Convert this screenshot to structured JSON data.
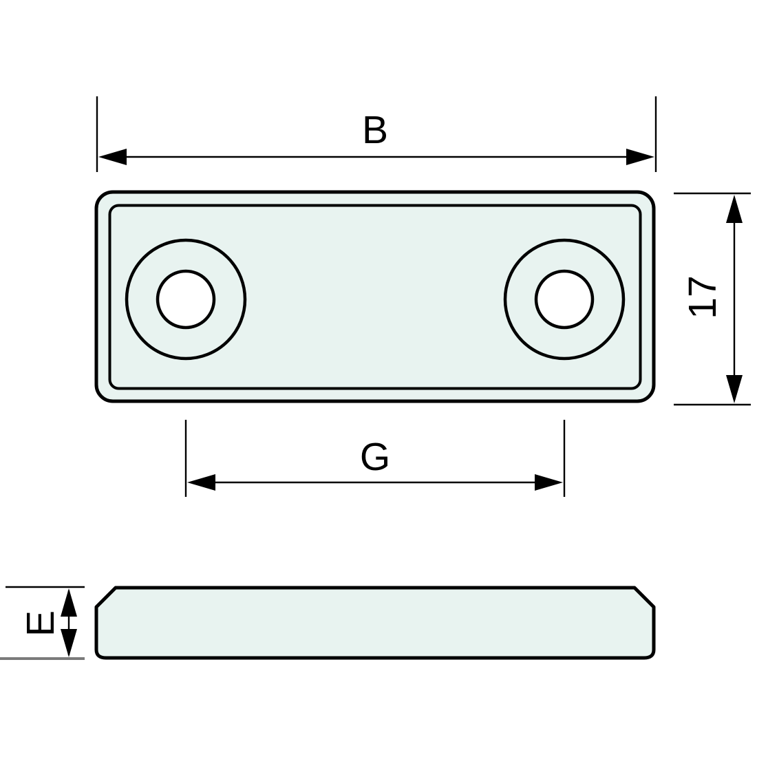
{
  "drawing": {
    "type": "technical-drawing",
    "views": {
      "top_view": "plate-with-two-countersunk-holes",
      "side_view": "chamfered-flat-bar"
    },
    "dimensions": {
      "width_label": "B",
      "height_label": "17",
      "hole_spacing_label": "G",
      "thickness_label": "E"
    },
    "colors": {
      "part_fill": "#e8f3f0",
      "hole_fill": "#ffffff",
      "line": "#000000",
      "gray_line": "#7a7a7a",
      "background": "#ffffff"
    }
  }
}
